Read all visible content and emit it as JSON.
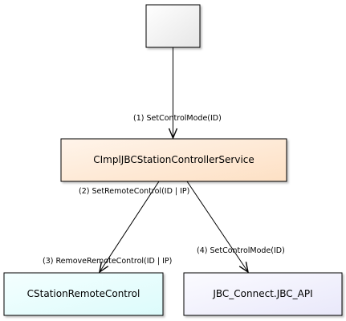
{
  "diagram": {
    "nodes": {
      "caller": {
        "label": "",
        "fill_top": "#ffffff",
        "fill_bottom": "#e6e6e6"
      },
      "service": {
        "label": "CImplJBCStationControllerService",
        "fill_top": "#fff4ea",
        "fill_bottom": "#fde0c4"
      },
      "remote_control": {
        "label": "CStationRemoteControl",
        "fill_top": "#f4ffff",
        "fill_bottom": "#dcfbfb"
      },
      "jbc_api": {
        "label": "JBC_Connect.JBC_API",
        "fill_top": "#fbfbff",
        "fill_bottom": "#e9e8fa"
      }
    },
    "edges": [
      {
        "id": "e1",
        "from": "caller",
        "to": "service",
        "label": "(1) SetControlMode(ID)"
      },
      {
        "id": "e2",
        "from": "service",
        "to": "remote_control",
        "label": "(2) SetRemoteControl(ID | IP)"
      },
      {
        "id": "e3",
        "from": "service",
        "to": "remote_control",
        "label": "(3) RemoveRemoteControl(ID | IP)"
      },
      {
        "id": "e4",
        "from": "service",
        "to": "jbc_api",
        "label": "(4) SetControlMode(ID)"
      }
    ],
    "colors": {
      "border": "#000000",
      "arrow": "#000000"
    }
  }
}
